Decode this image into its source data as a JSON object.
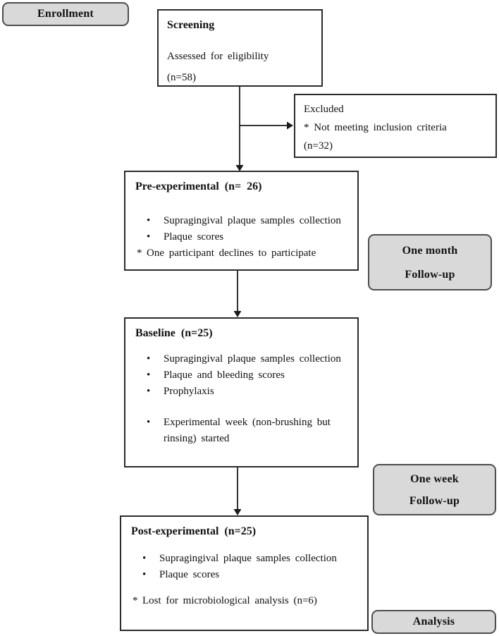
{
  "colors": {
    "stage_fill": "#d9d9d9",
    "stage_border": "#4d4d4d",
    "box_border": "#2b2b2b",
    "arrow": "#1a1a1a"
  },
  "stages": {
    "enrollment": {
      "label": "Enrollment"
    },
    "one_month_followup": {
      "line1": "One month",
      "line2": "Follow-up"
    },
    "one_week_followup": {
      "line1": "One week",
      "line2": "Follow-up"
    },
    "analysis": {
      "label": "Analysis"
    }
  },
  "screening": {
    "title": "Screening",
    "line1": "Assessed for eligibility",
    "line2": "(n=58)"
  },
  "excluded": {
    "line1": "Excluded",
    "line2": "* Not meeting inclusion criteria",
    "line3": "(n=32)"
  },
  "pre_experimental": {
    "title": "Pre-experimental (n= 26)",
    "items": [
      {
        "marker": "•",
        "text": "Supragingival plaque samples collection"
      },
      {
        "marker": "•",
        "text": "Plaque scores"
      },
      {
        "marker": "*",
        "text": "One participant declines to participate"
      }
    ]
  },
  "baseline": {
    "title": "Baseline (n=25)",
    "items": [
      {
        "marker": "•",
        "text": "Supragingival plaque samples collection"
      },
      {
        "marker": "•",
        "text": "Plaque and bleeding scores"
      },
      {
        "marker": "•",
        "text": "Prophylaxis"
      },
      {
        "marker": "•",
        "text": "Experimental week (non-brushing but rinsing) started"
      }
    ]
  },
  "post_experimental": {
    "title": "Post-experimental (n=25)",
    "items": [
      {
        "marker": "•",
        "text": "Supragingival plaque samples collection"
      },
      {
        "marker": "•",
        "text": "Plaque scores"
      },
      {
        "marker": "*",
        "text": "Lost for microbiological analysis (n=6)"
      }
    ]
  }
}
